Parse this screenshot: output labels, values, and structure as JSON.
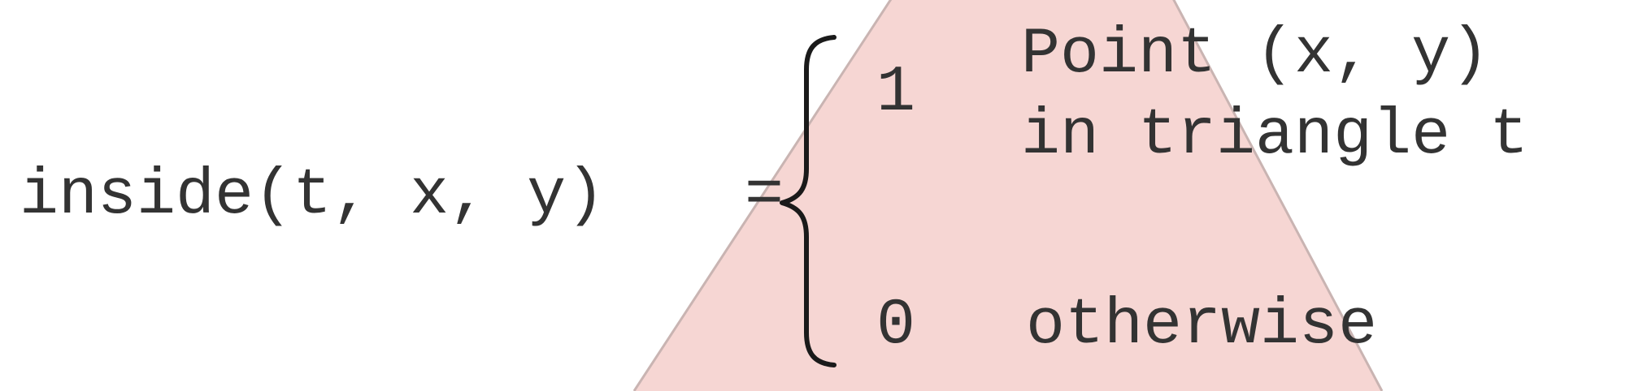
{
  "colors": {
    "background": "#ffffff",
    "triangle_fill": "#f6d6d3",
    "triangle_edge": "#c9b4b2",
    "text": "#333333",
    "brace": "#1a1a1a"
  },
  "formula": {
    "lhs": "inside(t, x, y)",
    "equals": "=",
    "cases": [
      {
        "value": "1",
        "condition_line1": "Point (x, y)",
        "condition_line2": "in triangle t"
      },
      {
        "value": "0",
        "condition": "otherwise"
      }
    ]
  }
}
